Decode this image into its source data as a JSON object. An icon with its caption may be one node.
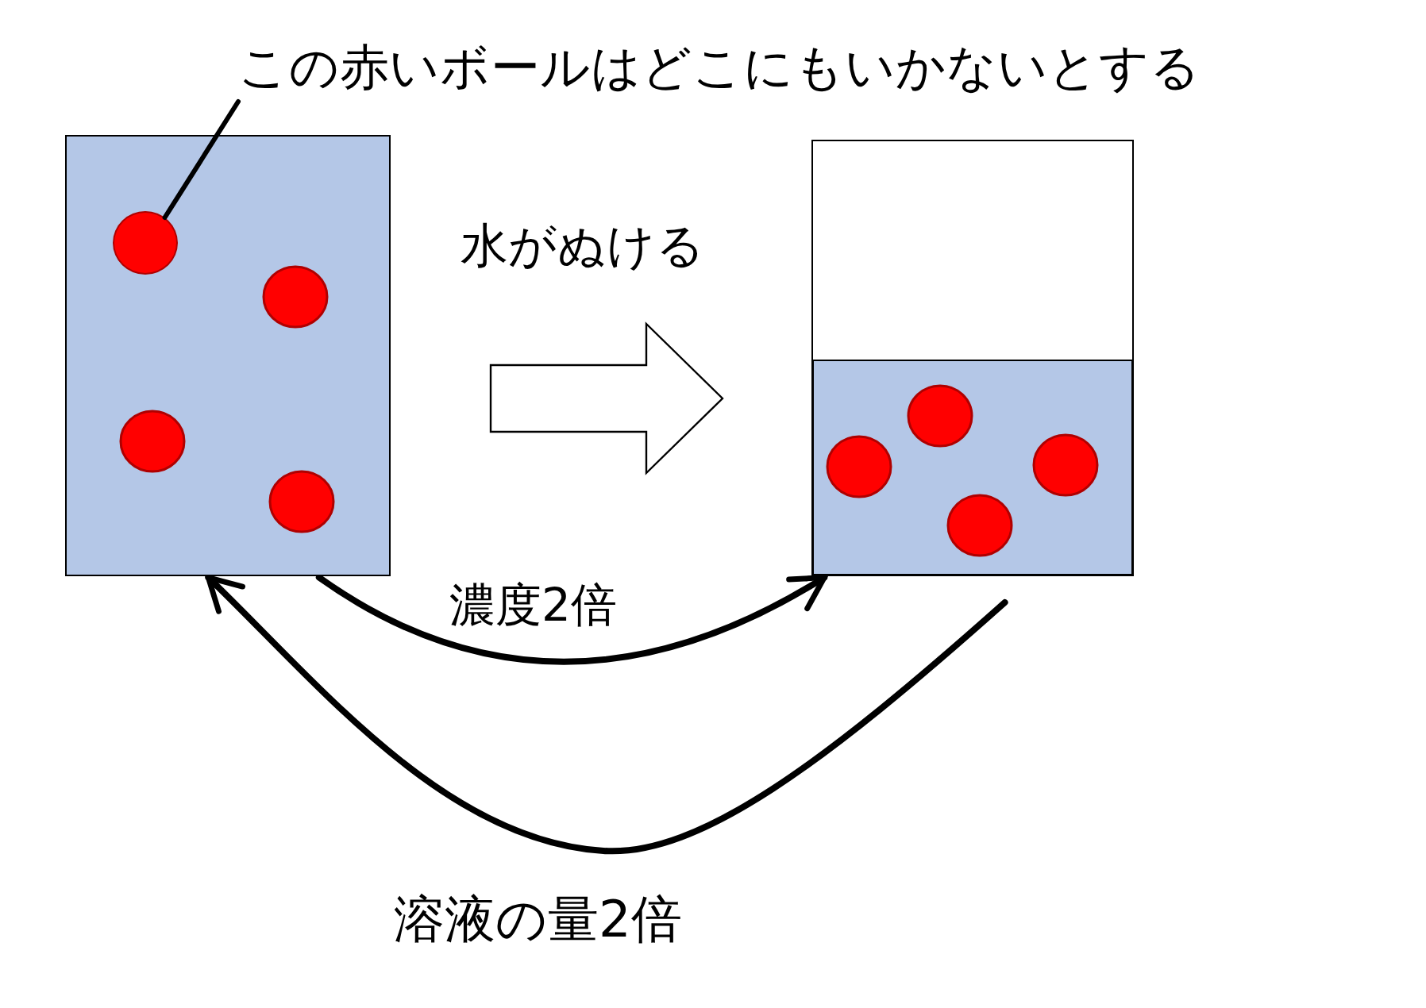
{
  "diagram": {
    "nodes": [
      {
        "text": [
          "この赤いボールはどこにもいかないとする"
        ]
      },
      {
        "text": [],
        "shape": "box"
      },
      {
        "text": [],
        "shape": "circle",
        "in": 1
      },
      {
        "text": [],
        "shape": "box"
      }
    ],
    "edges": [
      {
        "from": 0,
        "to": 2,
        "arrow": "none"
      },
      {
        "from": 1,
        "to": 3,
        "arrow": "to",
        "label": "水がぬける"
      },
      {
        "from": 1,
        "to": 3,
        "arrow": "to",
        "label": "濃度2倍"
      },
      {
        "from": 3,
        "to": 1,
        "arrow": "to",
        "label": "溶液の量2倍"
      }
    ]
  }
}
